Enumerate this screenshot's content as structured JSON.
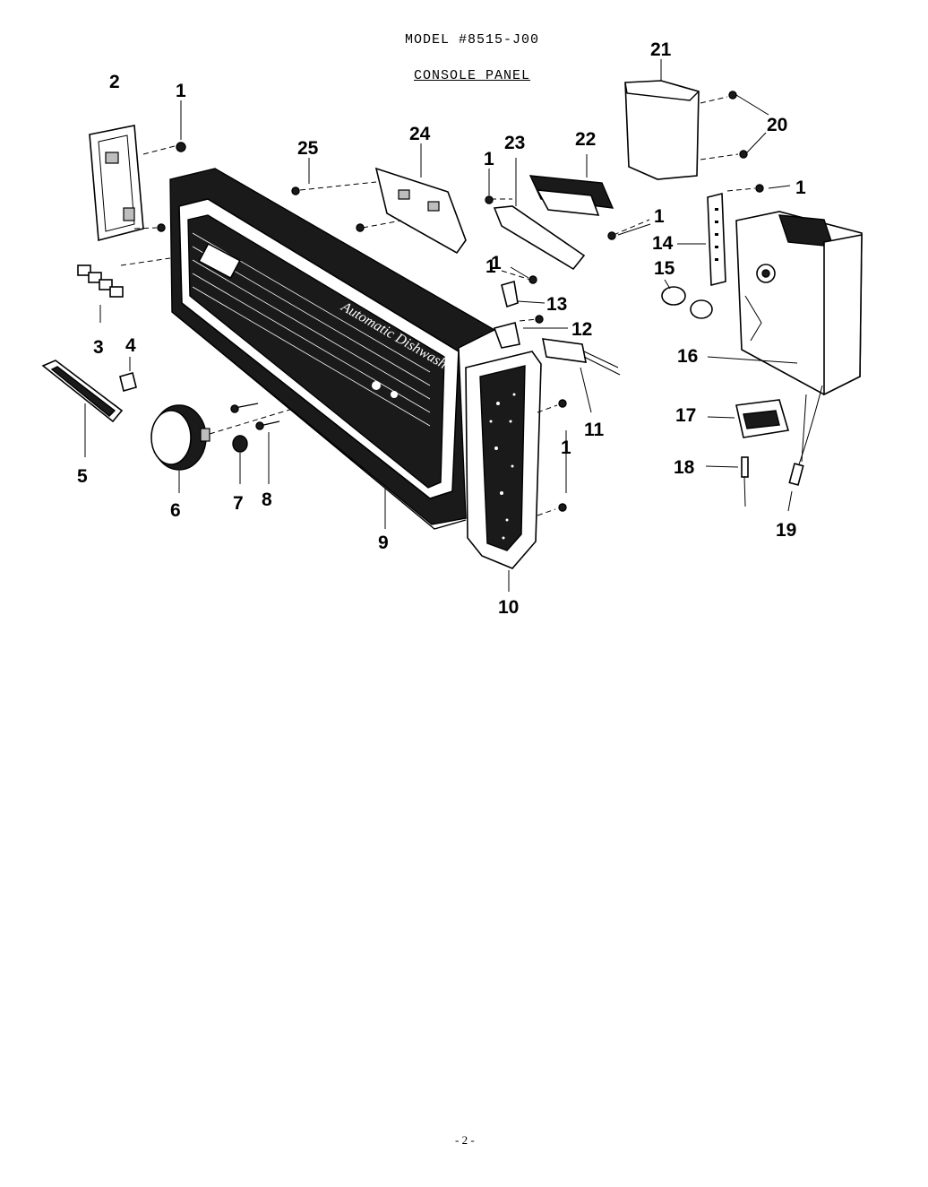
{
  "header": {
    "model": "MODEL #8515-J00",
    "subtitle": "CONSOLE PANEL"
  },
  "footer": {
    "page_number": "- 2 -"
  },
  "callouts": [
    "1",
    "2",
    "1",
    "25",
    "24",
    "1",
    "23",
    "22",
    "21",
    "20",
    "1",
    "1",
    "14",
    "1",
    "13",
    "15",
    "12",
    "3",
    "4",
    "5",
    "6",
    "7",
    "8",
    "9",
    "16",
    "11",
    "17",
    "1",
    "18",
    "19",
    "10"
  ]
}
